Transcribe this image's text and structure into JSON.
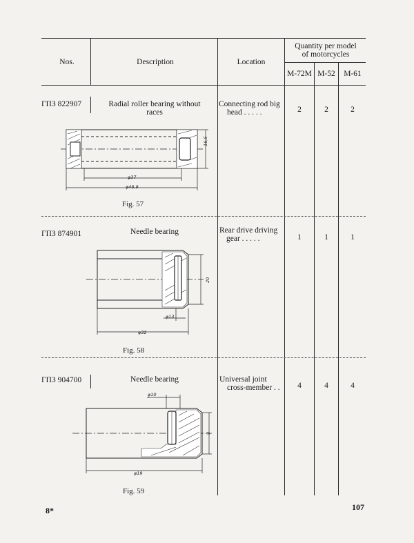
{
  "header": {
    "nos": "Nos.",
    "description": "Description",
    "location": "Location",
    "quantity": "Quantity per model of motorcycles",
    "quantity_line1": "Quantity per model",
    "quantity_line2": "of motorcycles",
    "models": [
      "M-72M",
      "M-52",
      "M-61"
    ]
  },
  "rows": [
    {
      "nos": "ГПЗ 822907",
      "description_line1": "Radial roller bearing without",
      "description_line2": "races",
      "location_line1": "Connecting rod big",
      "location_line2": "head . . . . .",
      "qty": [
        "2",
        "2",
        "2"
      ],
      "figure": {
        "caption": "Fig. 57",
        "dims": [
          "16,5",
          "φ37",
          "φ48,8"
        ]
      }
    },
    {
      "nos": "ГПЗ 874901",
      "description_line1": "Needle bearing",
      "location_line1": "Rear drive driving",
      "location_line2": "gear . . . . .",
      "qty": [
        "1",
        "1",
        "1"
      ],
      "figure": {
        "caption": "Fig. 58",
        "dims": [
          "20",
          "φ13",
          "φ32"
        ]
      }
    },
    {
      "nos": "ГПЗ 904700",
      "description_line1": "Needle bearing",
      "location_line1": "Universal joint",
      "location_line2": "cross-member . .",
      "qty": [
        "4",
        "4",
        "4"
      ],
      "figure": {
        "caption": "Fig. 59",
        "dims": [
          "φ10",
          "9",
          "φ19"
        ]
      }
    }
  ],
  "footer": {
    "left": "8*",
    "page_number": "107"
  }
}
